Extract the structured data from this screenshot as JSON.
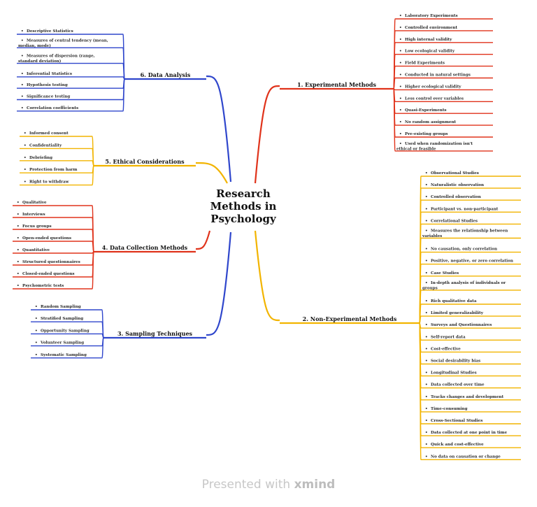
{
  "colors": {
    "red": "#e0331b",
    "yellow": "#f2b400",
    "blue": "#2f46cc"
  },
  "central_topic": [
    "Research",
    "Methods in",
    "Psychology"
  ],
  "watermark": {
    "prefix": "Presented with",
    "brand": "xmind"
  },
  "branches": [
    {
      "label": "1. Experimental Methods",
      "color": "red",
      "side": "right",
      "children": [
        [
          "Laboratory Experiments"
        ],
        [
          "Controlled environment"
        ],
        [
          "High internal validity"
        ],
        [
          "Low ecological validity"
        ],
        [
          "Field Experiments"
        ],
        [
          "Conducted in natural settings"
        ],
        [
          "Higher ecological validity"
        ],
        [
          "Less control over variables"
        ],
        [
          "Quasi-Experiments"
        ],
        [
          "No random assignment"
        ],
        [
          "Pre-existing groups"
        ],
        [
          "Used when randomization isn't",
          "ethical or feasible"
        ]
      ]
    },
    {
      "label": "2. Non-Experimental Methods",
      "color": "yellow",
      "side": "right",
      "children": [
        [
          "Observational Studies"
        ],
        [
          "Naturalistic observation"
        ],
        [
          "Controlled observation"
        ],
        [
          "Participant vs. non-participant"
        ],
        [
          "Correlational Studies"
        ],
        [
          "Measures the relationship between",
          "variables"
        ],
        [
          "No causation, only correlation"
        ],
        [
          "Positive, negative, or zero correlation"
        ],
        [
          "Case Studies"
        ],
        [
          "In-depth analysis of individuals or",
          "groups"
        ],
        [
          "Rich qualitative data"
        ],
        [
          "Limited generalizability"
        ],
        [
          "Surveys and Questionnaires"
        ],
        [
          "Self-report data"
        ],
        [
          "Cost-effective"
        ],
        [
          "Social desirability bias"
        ],
        [
          "Longitudinal Studies"
        ],
        [
          "Data collected over time"
        ],
        [
          "Tracks changes and development"
        ],
        [
          "Time-consuming"
        ],
        [
          "Cross-Sectional Studies"
        ],
        [
          "Data collected at one point in time"
        ],
        [
          "Quick and cost-effective"
        ],
        [
          "No data on causation or change"
        ]
      ]
    },
    {
      "label": "3. Sampling Techniques",
      "color": "blue",
      "side": "left",
      "children": [
        [
          "Random Sampling"
        ],
        [
          "Stratified Sampling"
        ],
        [
          "Opportunity Sampling"
        ],
        [
          "Volunteer Sampling"
        ],
        [
          "Systematic Sampling"
        ]
      ]
    },
    {
      "label": "4. Data Collection Methods",
      "color": "red",
      "side": "left",
      "children": [
        [
          "Qualitative"
        ],
        [
          "Interviews"
        ],
        [
          "Focus groups"
        ],
        [
          "Open-ended questions"
        ],
        [
          "Quantitative"
        ],
        [
          "Structured questionnaires"
        ],
        [
          "Closed-ended questions"
        ],
        [
          "Psychometric tests"
        ]
      ]
    },
    {
      "label": "5. Ethical Considerations",
      "color": "yellow",
      "side": "left",
      "children": [
        [
          "Informed consent"
        ],
        [
          "Confidentiality"
        ],
        [
          "Debriefing"
        ],
        [
          "Protection from harm"
        ],
        [
          "Right to withdraw"
        ]
      ]
    },
    {
      "label": "6. Data Analysis",
      "color": "blue",
      "side": "left",
      "children": [
        [
          "Descriptive Statistics"
        ],
        [
          "Measures of central tendency (mean,",
          "median, mode)"
        ],
        [
          "Measures of dispersion (range,",
          "standard deviation)"
        ],
        [
          "Inferential Statistics"
        ],
        [
          "Hypothesis testing"
        ],
        [
          "Significance testing"
        ],
        [
          "Correlation coefficients"
        ]
      ]
    }
  ]
}
